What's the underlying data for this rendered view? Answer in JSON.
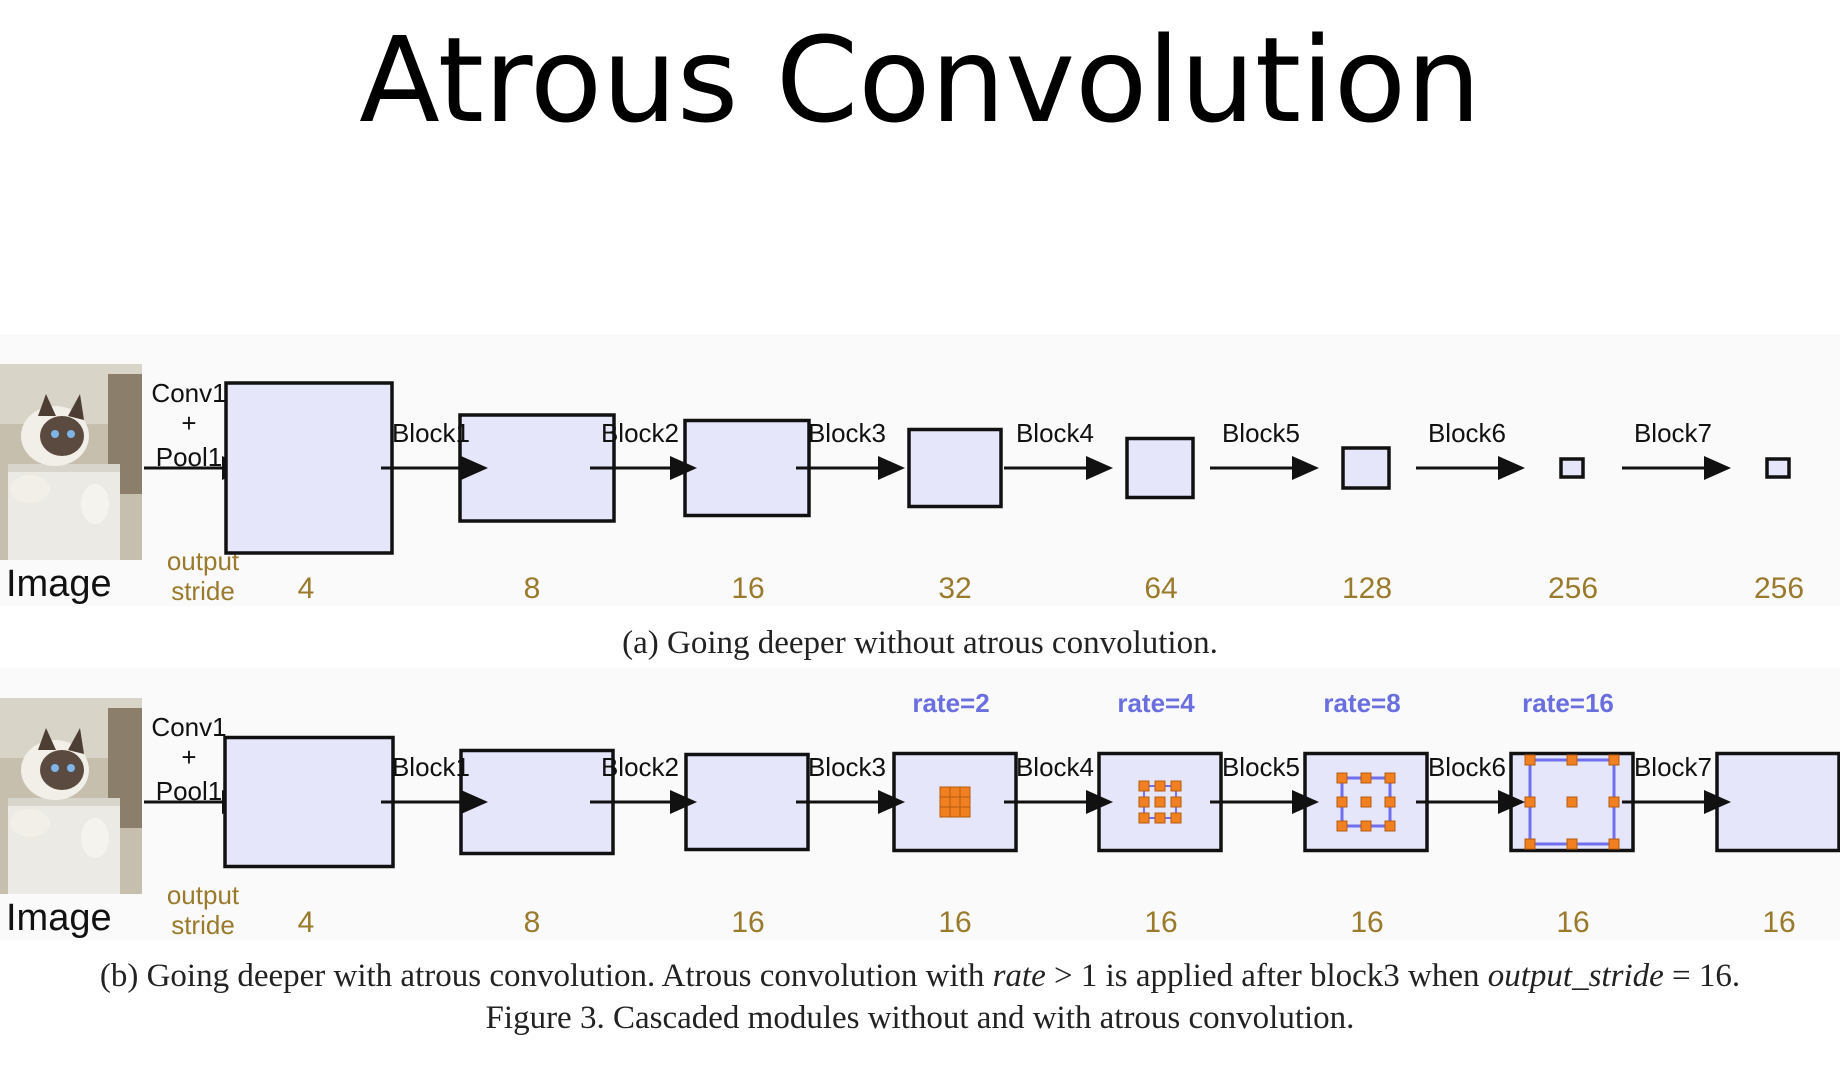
{
  "slide": {
    "title": "Atrous Convolution"
  },
  "panel_a": {
    "input_label": "Image",
    "stem_label_top": "Conv1",
    "stem_label_mid": "+",
    "stem_label_bottom": "Pool1",
    "stride_label_top": "output",
    "stride_label_bottom": "stride",
    "block_labels": [
      "Block1",
      "Block2",
      "Block3",
      "Block4",
      "Block5",
      "Block6",
      "Block7"
    ],
    "output_strides": [
      "4",
      "8",
      "16",
      "32",
      "64",
      "128",
      "256",
      "256"
    ],
    "caption": "(a) Going deeper without atrous convolution."
  },
  "panel_b": {
    "input_label": "Image",
    "stem_label_top": "Conv1",
    "stem_label_mid": "+",
    "stem_label_bottom": "Pool1",
    "stride_label_top": "output",
    "stride_label_bottom": "stride",
    "block_labels": [
      "Block1",
      "Block2",
      "Block3",
      "Block4",
      "Block5",
      "Block6",
      "Block7"
    ],
    "output_strides": [
      "4",
      "8",
      "16",
      "16",
      "16",
      "16",
      "16",
      "16"
    ],
    "rates": [
      "rate=2",
      "rate=4",
      "rate=8",
      "rate=16"
    ],
    "caption_prefix": "(b) Going deeper with atrous convolution. Atrous convolution with ",
    "caption_rate": "rate",
    "caption_mid": " > 1 is applied after block3 when ",
    "caption_stride": "output_stride",
    "caption_suffix": " = 16."
  },
  "figure_caption": "Figure 3. Cascaded modules without and with atrous convolution.",
  "colors": {
    "box_fill": "#e6e6fa",
    "box_stroke": "#111111",
    "stride_text": "#9a7a2c",
    "rate_text": "#6a6fe0",
    "kernel_fill": "#f08020",
    "kernel_outline": "#7070ee",
    "panel_bg": "#fafafa"
  },
  "icons": {
    "input_image": "cat-photo"
  }
}
